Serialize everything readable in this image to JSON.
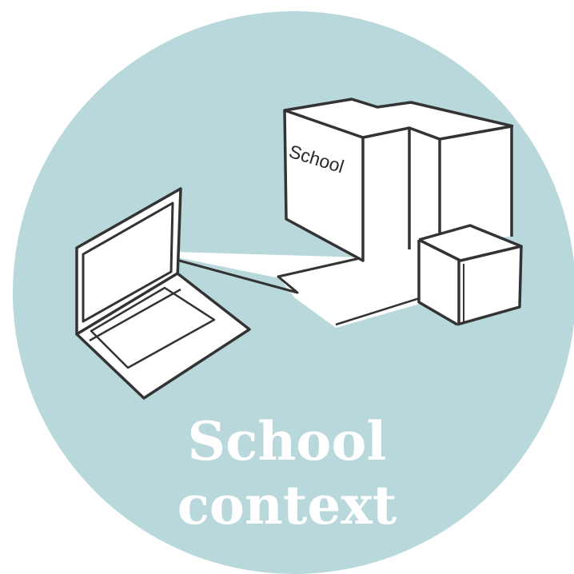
{
  "illustration": {
    "building_label": "School",
    "badge_color": "#b8d8dc",
    "line_color": "#333333",
    "fill_color": "#ffffff"
  },
  "caption": {
    "line1": "School",
    "line2": "context"
  }
}
